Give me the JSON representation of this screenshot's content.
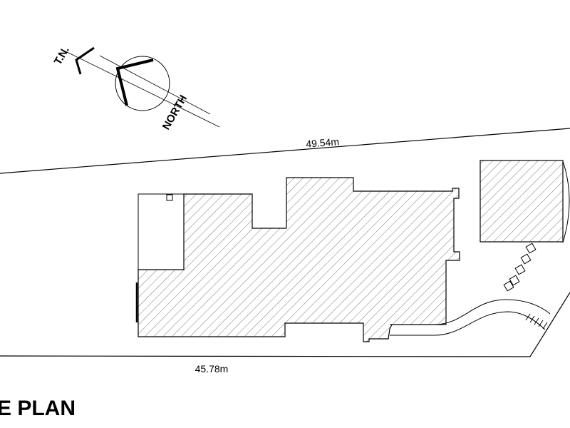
{
  "north_arrow": {
    "tn_label": "T.N.",
    "north_label": "NORTH"
  },
  "boundary": {
    "top_dimension": "49.54m",
    "bottom_dimension": "45.78m"
  },
  "title": "E PLAN"
}
